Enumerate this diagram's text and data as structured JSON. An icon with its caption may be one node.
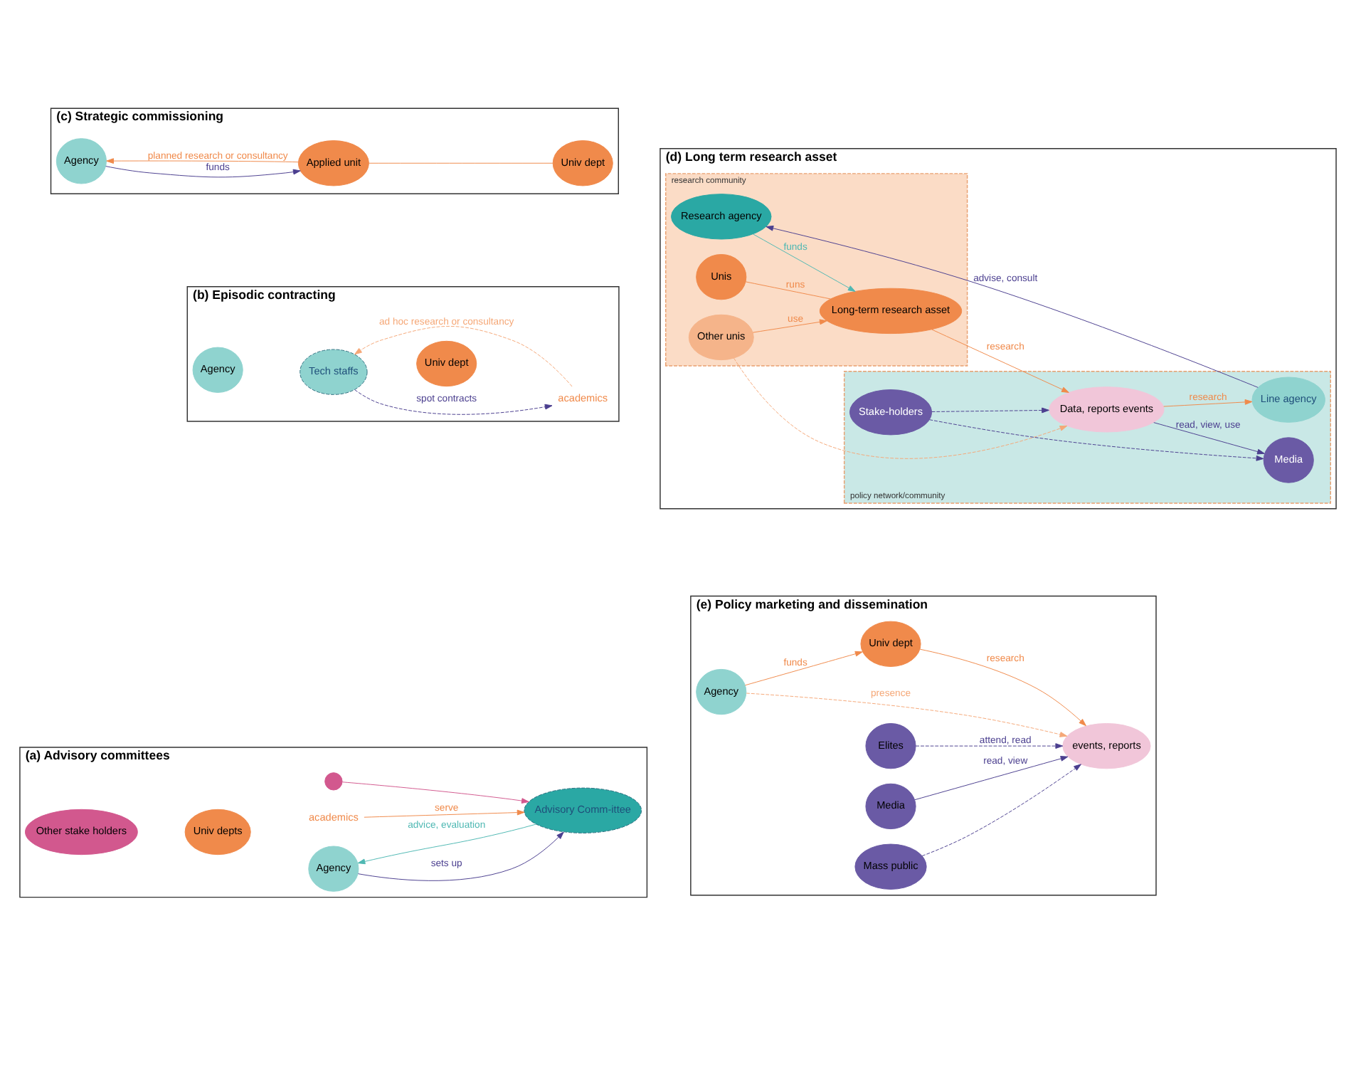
{
  "diagram": {
    "nodes": [
      {
        "text": [
          "(a) Advisory committees"
        ]
      },
      {
        "text": [
          "Agency"
        ],
        "in": 0
      },
      {
        "text": [
          "Advisory Comm-ittee"
        ],
        "in": 0
      },
      {
        "text": [
          "Other stake holders"
        ],
        "in": 0
      },
      {
        "text": [
          "Univ depts"
        ],
        "in": 0
      },
      {
        "text": [],
        "shape": "circle",
        "in": 0
      },
      {
        "text": [
          "academics"
        ],
        "in": 0
      },
      {
        "text": [
          "(b) Episodic contracting"
        ]
      },
      {
        "text": [
          "Agency"
        ],
        "in": 7
      },
      {
        "text": [
          "Tech staffs"
        ],
        "in": 7
      },
      {
        "text": [
          "Univ dept"
        ],
        "in": 7
      },
      {
        "text": [
          "academics"
        ],
        "in": 7
      },
      {
        "text": [
          "(c) Strategic commissioning"
        ]
      },
      {
        "text": [
          "Agency"
        ],
        "in": 12
      },
      {
        "text": [
          "Applied unit"
        ],
        "in": 12
      },
      {
        "text": [
          "Univ dept"
        ],
        "in": 12
      },
      {
        "text": [
          "(d) Long term research asset"
        ]
      },
      {
        "text": [
          "research community"
        ],
        "in": 16
      },
      {
        "text": [
          "Research agency"
        ],
        "in": 17
      },
      {
        "text": [
          "Long-term research asset"
        ],
        "in": 17
      },
      {
        "text": [
          "Unis"
        ],
        "in": 17
      },
      {
        "text": [
          "Other unis"
        ],
        "in": 17
      },
      {
        "text": [
          "policy network/community"
        ],
        "in": 16
      },
      {
        "text": [
          "Line agency"
        ],
        "in": 22
      },
      {
        "text": [
          "Data, reports events"
        ],
        "in": 22
      },
      {
        "text": [
          "Stake-holders"
        ],
        "in": 22
      },
      {
        "text": [
          "Media"
        ],
        "in": 22
      },
      {
        "text": [
          "(e) Policy marketing and dissemination"
        ]
      },
      {
        "text": [
          "Agency"
        ],
        "in": 27
      },
      {
        "text": [
          "Elites"
        ],
        "in": 27
      },
      {
        "text": [
          "Media"
        ],
        "in": 27
      },
      {
        "text": [
          "Univ dept"
        ],
        "in": 27
      },
      {
        "text": [
          "events, reports"
        ],
        "in": 27
      },
      {
        "text": [
          "Mass public"
        ],
        "in": 27
      }
    ],
    "edges": [
      {
        "from": 1,
        "to": 2,
        "arrow": "to",
        "label": "sets up",
        "color": "#4b3f8f"
      },
      {
        "from": 2,
        "to": 1,
        "arrow": "to",
        "label": "advice, evaluation",
        "color": "#4fb8b3"
      },
      {
        "from": 5,
        "to": 2,
        "arrow": "to",
        "color": "#d2588e"
      },
      {
        "from": 6,
        "to": 2,
        "arrow": "to",
        "label": "serve",
        "color": "#f08a4b"
      },
      {
        "from": 9,
        "to": 11,
        "arrow": "to",
        "label": "spot contracts",
        "style": "dashed",
        "color": "#4b3f8f"
      },
      {
        "from": 11,
        "to": 9,
        "arrow": "to",
        "label": "ad hoc research or consultancy",
        "style": "dashed",
        "color": "#f5a878"
      },
      {
        "from": 13,
        "to": 14,
        "arrow": "to",
        "label": "funds",
        "color": "#4b3f8f"
      },
      {
        "from": 14,
        "to": 13,
        "arrow": "to",
        "label": "planned research or consultancy",
        "color": "#f08a4b"
      },
      {
        "from": 14,
        "to": 15,
        "arrow": "none",
        "color": "#f08a4b"
      },
      {
        "from": 18,
        "to": 19,
        "arrow": "to",
        "label": "funds",
        "color": "#4fb8b3"
      },
      {
        "from": 20,
        "to": 19,
        "arrow": "none",
        "label": "runs",
        "color": "#f08a4b"
      },
      {
        "from": 21,
        "to": 19,
        "arrow": "to",
        "label": "use",
        "color": "#f08a4b"
      },
      {
        "from": 19,
        "to": 24,
        "arrow": "to",
        "label": "research",
        "color": "#f08a4b"
      },
      {
        "from": 21,
        "to": 24,
        "arrow": "to",
        "style": "dashed",
        "color": "#f5a878"
      },
      {
        "from": 24,
        "to": 23,
        "arrow": "to",
        "label": "research",
        "color": "#f08a4b"
      },
      {
        "from": 23,
        "to": 18,
        "arrow": "to",
        "label": "advise, consult",
        "color": "#4b3f8f"
      },
      {
        "from": 25,
        "to": 24,
        "arrow": "to",
        "style": "dashed",
        "color": "#4b3f8f"
      },
      {
        "from": 25,
        "to": 26,
        "arrow": "to",
        "style": "dashed",
        "color": "#4b3f8f"
      },
      {
        "from": 24,
        "to": 26,
        "arrow": "to",
        "label": "read, view, use",
        "color": "#4b3f8f"
      },
      {
        "from": 28,
        "to": 31,
        "arrow": "to",
        "label": "funds",
        "color": "#f08a4b"
      },
      {
        "from": 28,
        "to": 32,
        "arrow": "to",
        "label": "presence",
        "style": "dashed",
        "color": "#f5a878"
      },
      {
        "from": 29,
        "to": 32,
        "arrow": "to",
        "label": "attend, read",
        "style": "dashed",
        "color": "#4b3f8f"
      },
      {
        "from": 30,
        "to": 32,
        "arrow": "to",
        "label": "read, view",
        "color": "#4b3f8f"
      },
      {
        "from": 33,
        "to": 32,
        "arrow": "to",
        "style": "dashed",
        "color": "#4b3f8f"
      },
      {
        "from": 31,
        "to": 32,
        "arrow": "to",
        "label": "research",
        "color": "#f08a4b"
      }
    ]
  }
}
